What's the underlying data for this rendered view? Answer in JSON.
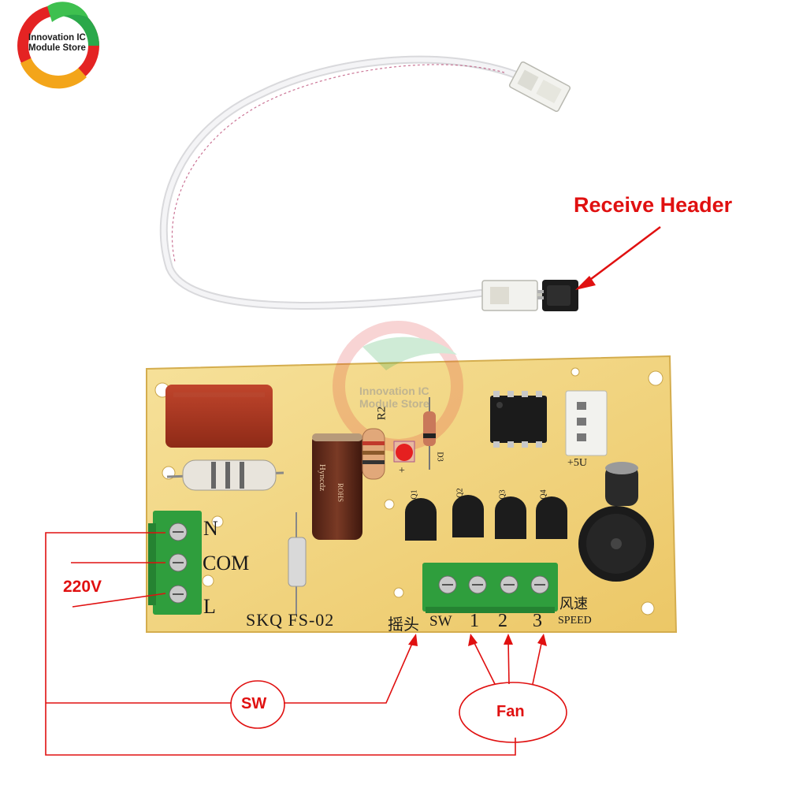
{
  "logo": {
    "text": "Innovation IC Module Store"
  },
  "watermark": {
    "text": "Innovation IC Module Store"
  },
  "annotations": {
    "receive_header": "Receive Header",
    "voltage": "220V",
    "sw": "SW",
    "fan": "Fan"
  },
  "silkscreen": {
    "terminal_n": "N",
    "terminal_com": "COM",
    "terminal_l": "L",
    "model": "SKQ FS-02",
    "swing": "摇头",
    "sw": "SW",
    "speed1": "1",
    "speed2": "2",
    "speed3": "3",
    "speed_cn": "风速",
    "speed_en": "SPEED",
    "r2": "R2",
    "led_plus": "+",
    "d3": "D3",
    "q1": "Q1",
    "q2": "Q2",
    "q3": "Q3",
    "q4": "Q4",
    "plus5v": "+5U",
    "cap_brand": "Hyncdz",
    "cap_rohs": "ROHS"
  },
  "colors": {
    "annotation_red": "#e01010",
    "pcb": "#f0d480",
    "terminal_green": "#2f9e3d",
    "capacitor_red": "#a8321f"
  }
}
